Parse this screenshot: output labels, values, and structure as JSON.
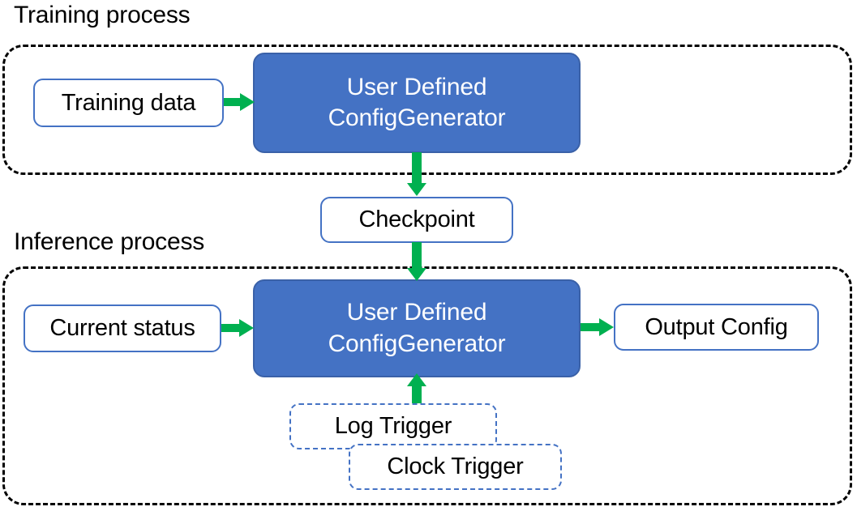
{
  "diagram": {
    "type": "flowchart",
    "title_training": "Training process",
    "title_inference": "Inference process",
    "colors": {
      "filled_node_fill": "#4472C4",
      "filled_node_stroke": "#3A61A8",
      "plain_node_stroke": "#4472C4",
      "dashed_node_stroke": "#4472C4",
      "group_stroke": "#000000",
      "arrow": "#00B050",
      "text_dark": "#000000",
      "text_light": "#FFFFFF",
      "background": "#FFFFFF"
    },
    "nodes": {
      "training_data": "Training data",
      "generator_training_line1": "User Defined",
      "generator_training_line2": "ConfigGenerator",
      "checkpoint": "Checkpoint",
      "current_status": "Current status",
      "generator_inference_line1": "User Defined",
      "generator_inference_line2": "ConfigGenerator",
      "output_config": "Output Config",
      "log_trigger": "Log Trigger",
      "clock_trigger": "Clock Trigger"
    },
    "edges": [
      {
        "id": "training-data-to-generator",
        "from": "Training data",
        "to": "User Defined ConfigGenerator",
        "direction": "right"
      },
      {
        "id": "generator-to-checkpoint",
        "from": "User Defined ConfigGenerator",
        "to": "Checkpoint",
        "direction": "down"
      },
      {
        "id": "checkpoint-to-generator",
        "from": "Checkpoint",
        "to": "User Defined ConfigGenerator",
        "direction": "down"
      },
      {
        "id": "status-to-generator",
        "from": "Current status",
        "to": "User Defined ConfigGenerator",
        "direction": "right"
      },
      {
        "id": "generator-to-output",
        "from": "User Defined ConfigGenerator",
        "to": "Output Config",
        "direction": "right"
      },
      {
        "id": "log-trigger-to-generator",
        "from": "Log Trigger",
        "to": "User Defined ConfigGenerator",
        "direction": "up"
      }
    ]
  }
}
